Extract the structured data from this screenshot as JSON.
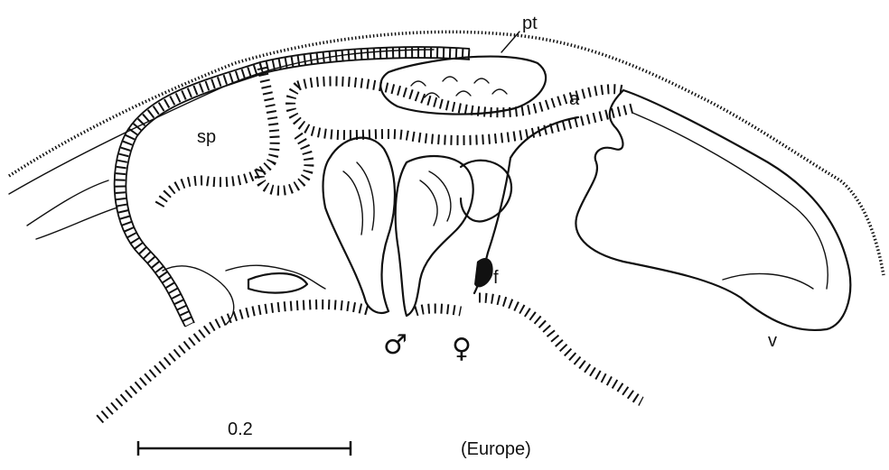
{
  "labels": {
    "pt": "pt",
    "a": "a",
    "sp": "sp",
    "f": "f",
    "v": "v",
    "male": "♂",
    "female": "♀"
  },
  "scale_bar": {
    "value": "0.2"
  },
  "region": "(Europe)"
}
